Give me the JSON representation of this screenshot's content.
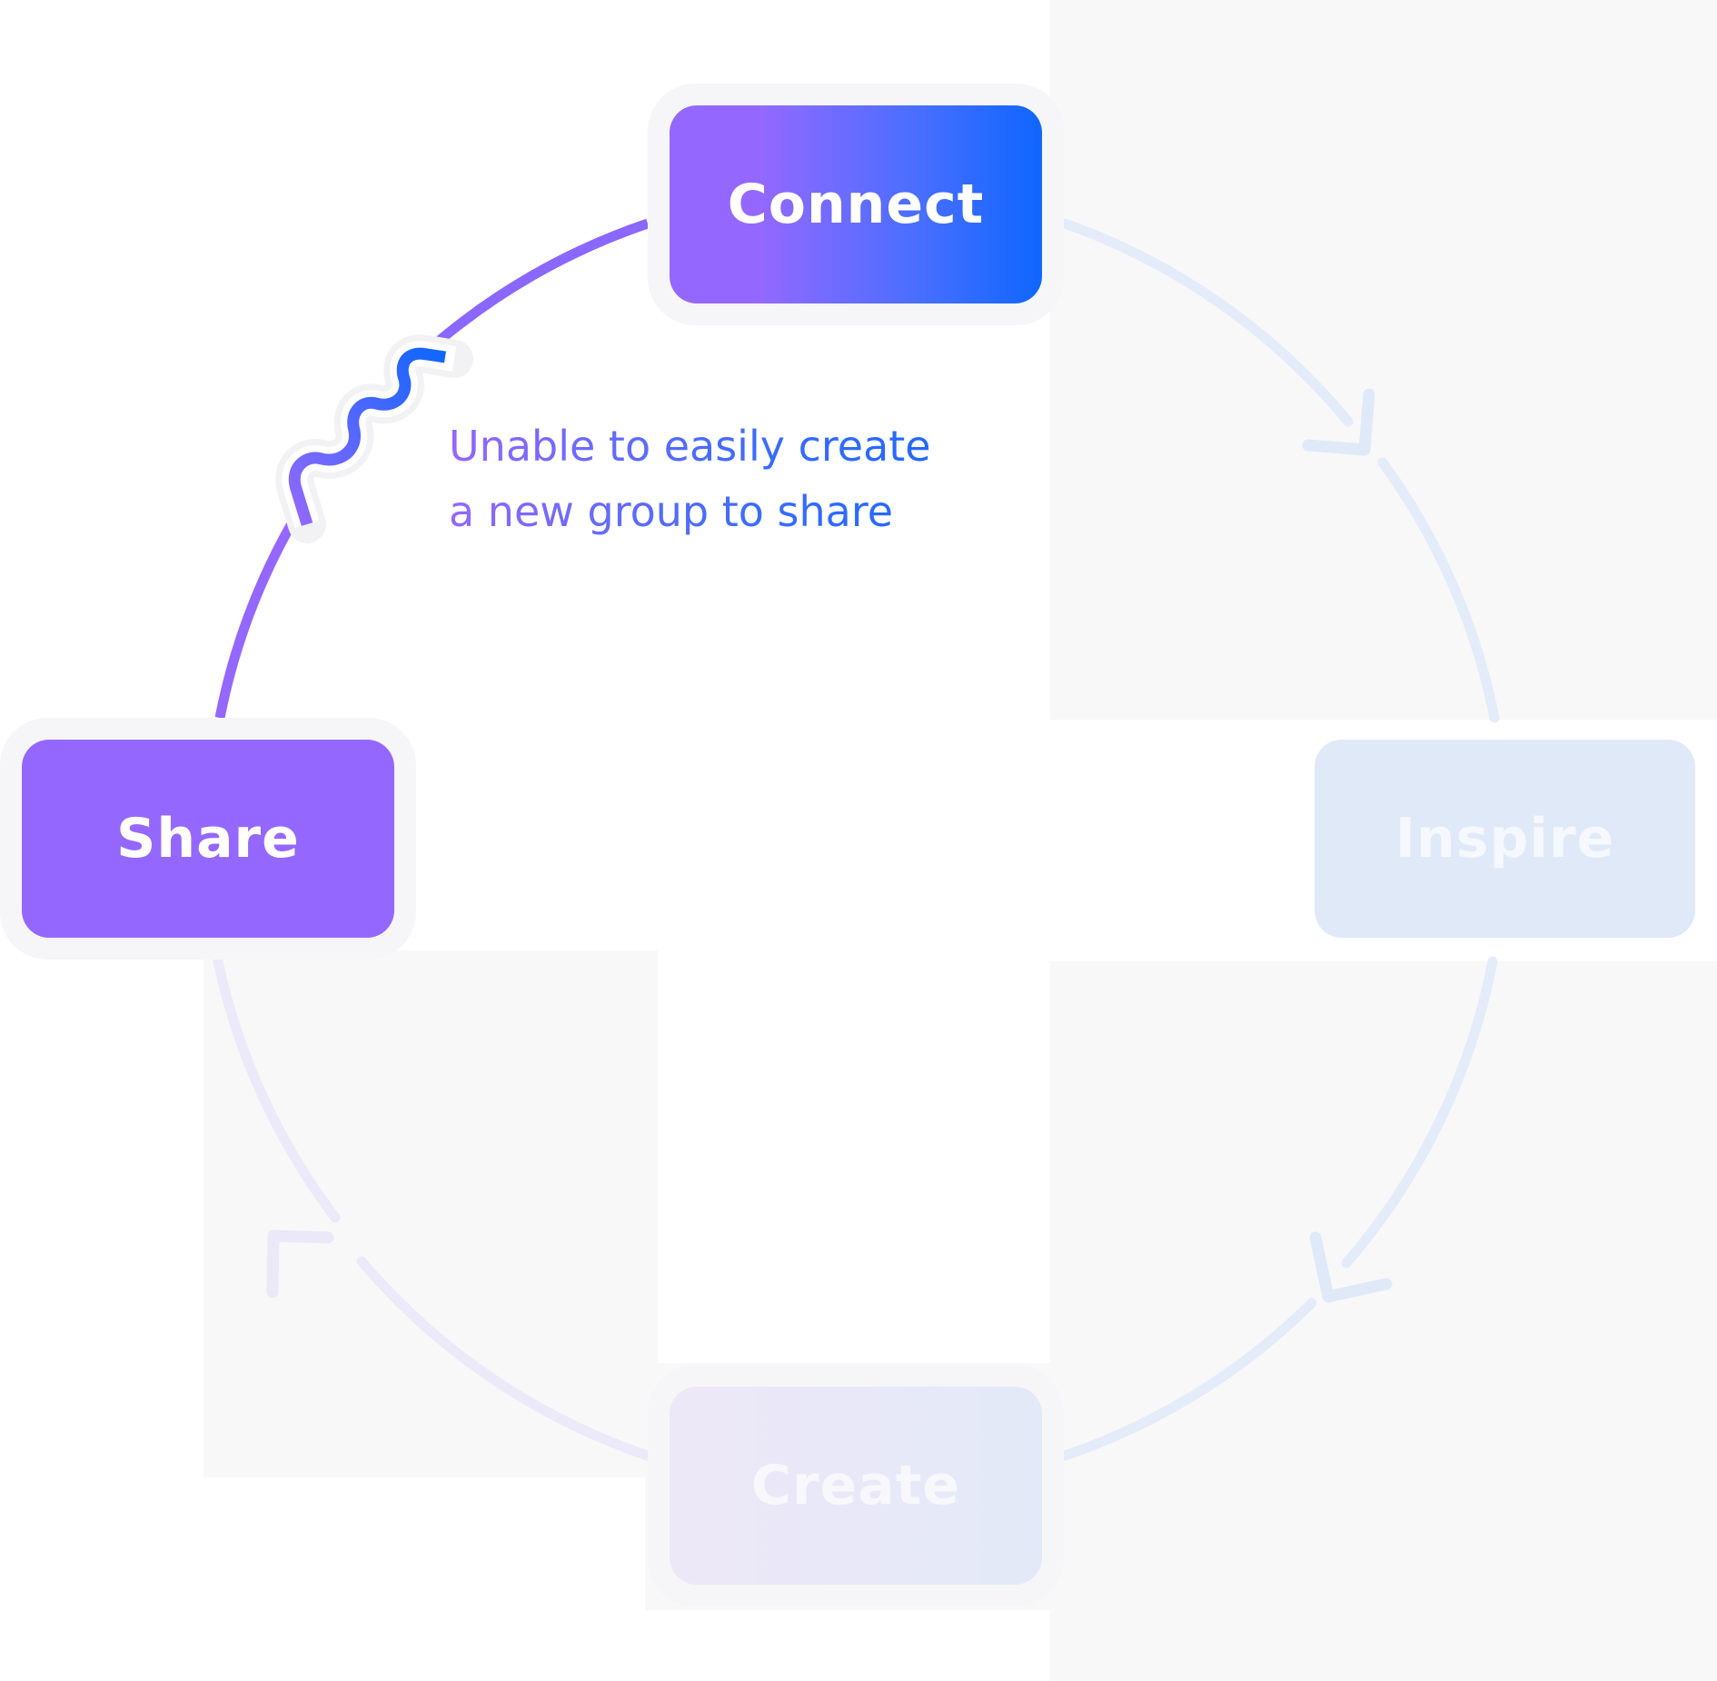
{
  "diagram": {
    "type": "cycle",
    "stages": [
      {
        "id": "connect",
        "label": "Connect",
        "state": "active"
      },
      {
        "id": "inspire",
        "label": "Inspire",
        "state": "inactive"
      },
      {
        "id": "create",
        "label": "Create",
        "state": "inactive"
      },
      {
        "id": "share",
        "label": "Share",
        "state": "active"
      }
    ],
    "flow_direction": "clockwise",
    "broken_link": {
      "from": "share",
      "to": "connect",
      "icon": "broken-wavy-line-icon",
      "note_lines": [
        "Unable to easily create",
        "a new group to share"
      ]
    }
  },
  "colors": {
    "purple": "#9468ff",
    "blue": "#0f66ff",
    "inactive_blue": "#e0e9f8",
    "inactive_purple": "#ede8f7",
    "panel": "#f8f8f9"
  }
}
